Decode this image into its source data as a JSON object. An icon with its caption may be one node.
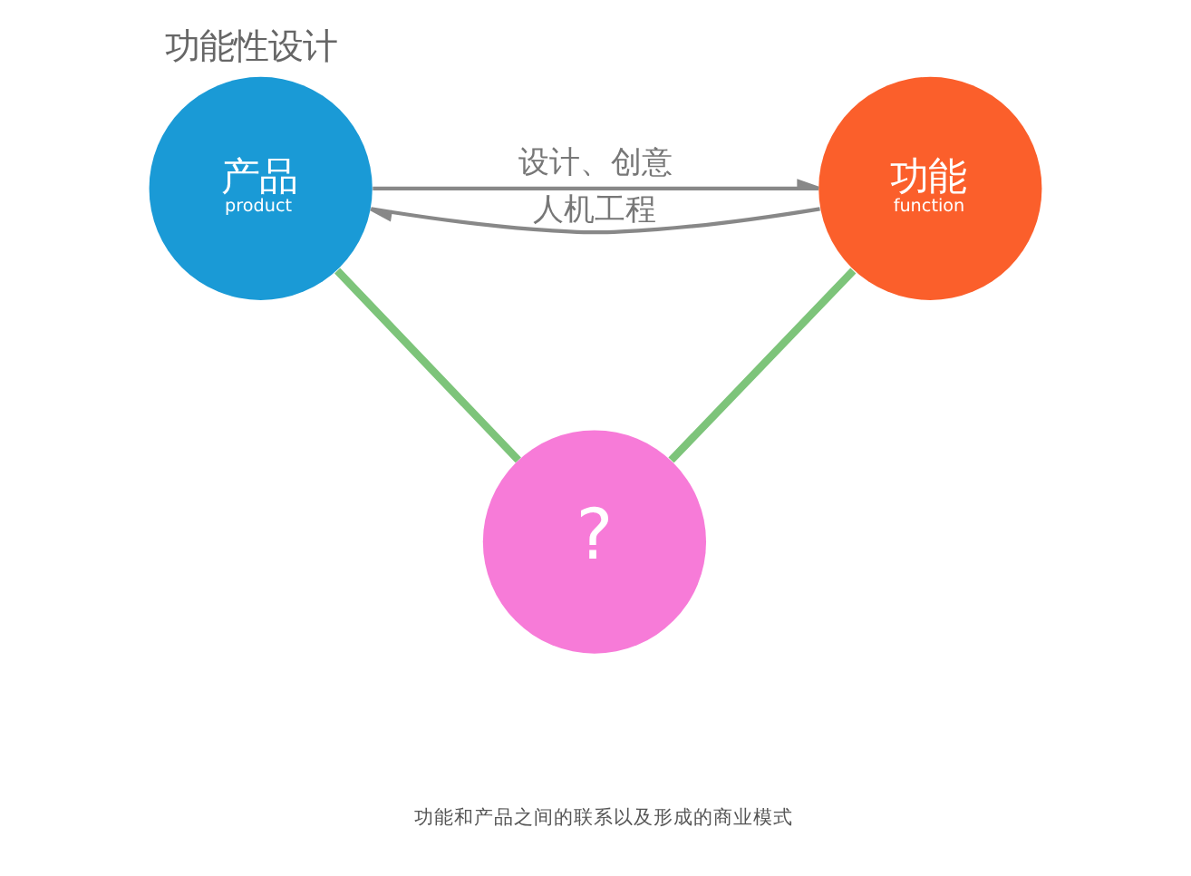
{
  "diagram": {
    "title": "功能性设计",
    "caption": "功能和产品之间的联系以及形成的商业模式",
    "nodes": [
      {
        "text": [
          "产品",
          "product"
        ]
      },
      {
        "text": [
          "功能",
          "function"
        ]
      },
      {
        "text": [
          "?"
        ]
      }
    ],
    "edges": [
      {
        "from": 0,
        "to": 1,
        "arrow": "to",
        "label": "设计、创意"
      },
      {
        "from": 1,
        "to": 0,
        "arrow": "to",
        "label": "人机工程"
      },
      {
        "from": 0,
        "to": 2,
        "arrow": "none",
        "style": "thick",
        "color": "#7dc47a"
      },
      {
        "from": 1,
        "to": 2,
        "arrow": "none",
        "style": "thick",
        "color": "#7dc47a"
      }
    ]
  }
}
